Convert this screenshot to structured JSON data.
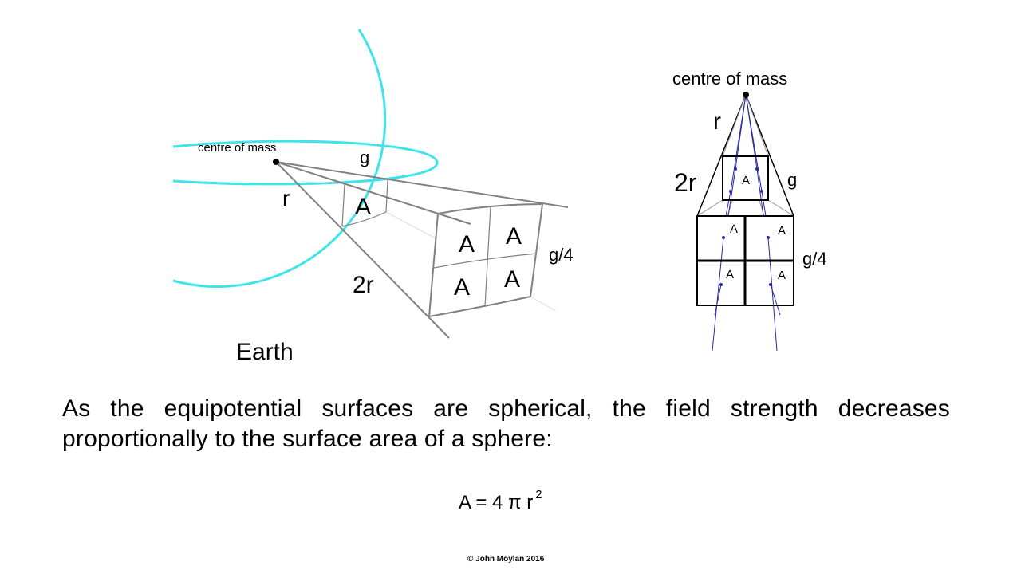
{
  "left_diagram": {
    "label_centre": "centre of mass",
    "label_g": "g",
    "label_r": "r",
    "label_2r": "2r",
    "label_area": "A",
    "label_g4": "g/4",
    "label_earth": "Earth"
  },
  "right_diagram": {
    "label_centre": "centre of mass",
    "label_r": "r",
    "label_2r": "2r",
    "label_g": "g",
    "label_area": "A",
    "label_g4": "g/4"
  },
  "text": {
    "explanation": "As the equipotential surfaces are spherical, the field strength decreases proportionally to the surface area of a sphere:",
    "formula_base": "A = 4 π r",
    "formula_exponent": "2",
    "copyright": "© John Moylan 2016"
  },
  "colors": {
    "earth_outline": "#3fe3ea",
    "field_lines": "#2a2aa0",
    "construction_lines": "#808080"
  }
}
